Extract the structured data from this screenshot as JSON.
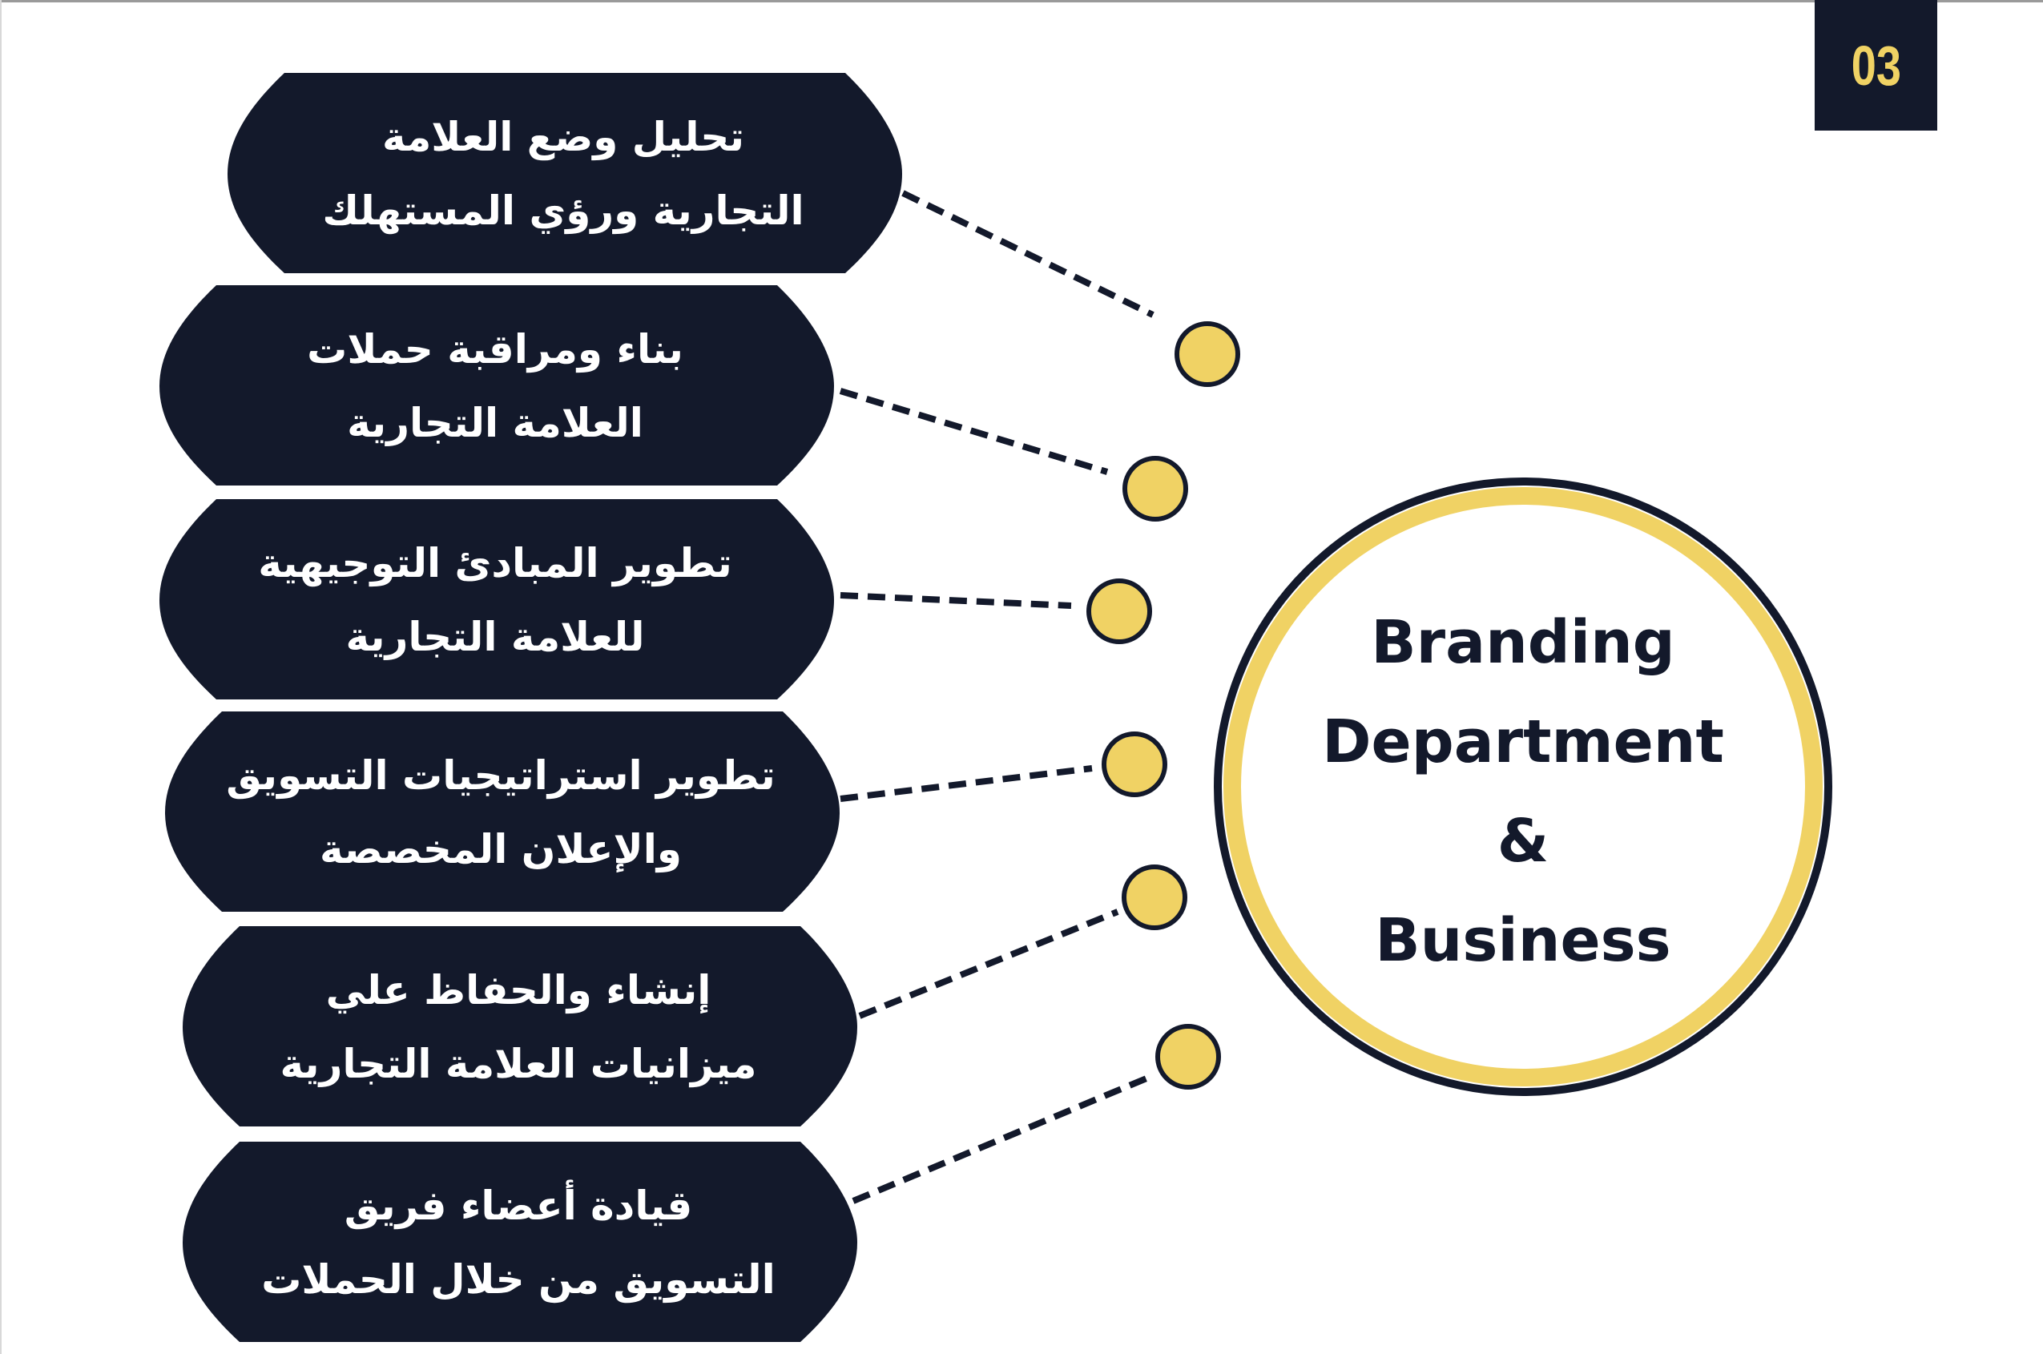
{
  "page_number": "03",
  "center": {
    "lines": [
      "Branding",
      "Department",
      "&",
      "Business"
    ]
  },
  "items": [
    {
      "line1": "تحليل وضع العلامة",
      "line2": "التجارية ورؤي المستهلك"
    },
    {
      "line1": "بناء ومراقبة حملات",
      "line2": "العلامة التجارية"
    },
    {
      "line1": "تطوير المبادئ التوجيهية",
      "line2": "للعلامة التجارية"
    },
    {
      "line1": "تطوير استراتيجيات التسويق",
      "line2": "والإعلان المخصصة"
    },
    {
      "line1": "إنشاء والحفاظ علي",
      "line2": "ميزانيات العلامة التجارية"
    },
    {
      "line1": "قيادة أعضاء فريق",
      "line2": "التسويق من خلال الحملات"
    }
  ],
  "colors": {
    "navy": "#13192b",
    "yellow": "#f0d264",
    "white": "#ffffff"
  }
}
